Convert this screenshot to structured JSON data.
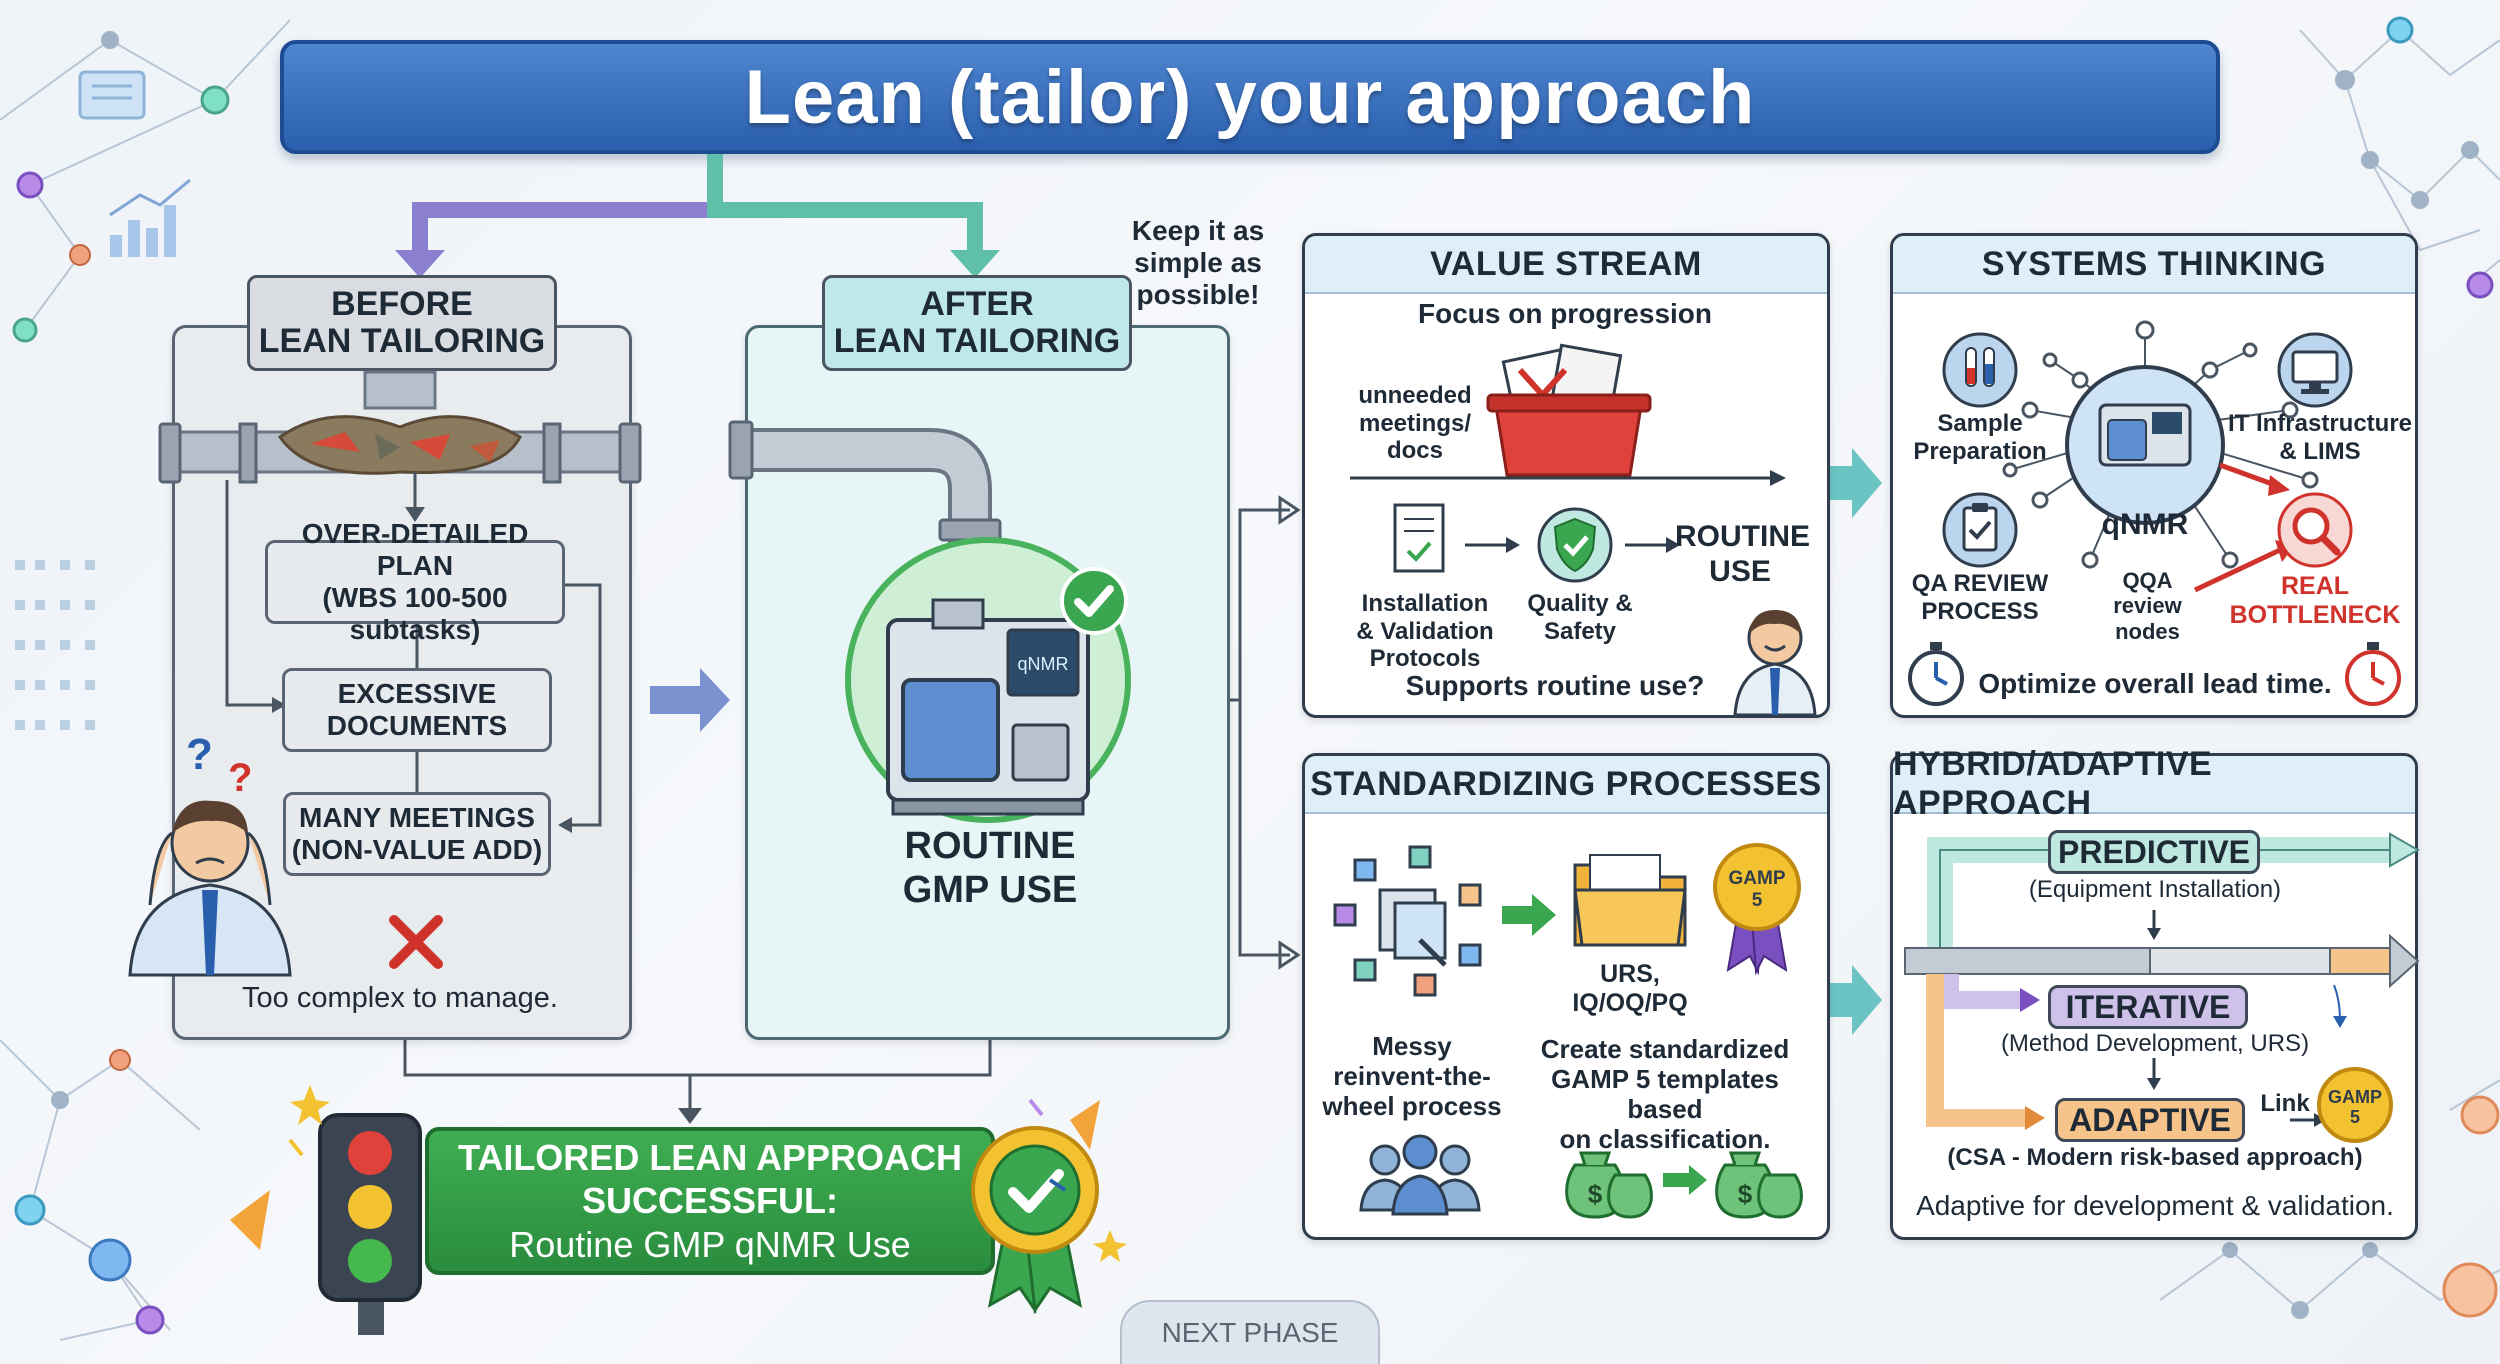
{
  "title": "Lean (tailor) your approach",
  "before": {
    "tag": [
      "BEFORE",
      "LEAN TAILORING"
    ],
    "items": [
      [
        "OVER-DETAILED PLAN",
        "(WBS 100-500 subtasks)"
      ],
      [
        "EXCESSIVE",
        "DOCUMENTS"
      ],
      [
        "MANY MEETINGS",
        "(NON-VALUE ADD)"
      ]
    ],
    "caption": "Too complex to manage."
  },
  "after": {
    "tag": [
      "AFTER",
      "LEAN TAILORING"
    ],
    "note": [
      "Keep it as",
      "simple as",
      "possible!"
    ],
    "device_label": "qNMR",
    "caption": [
      "ROUTINE",
      "GMP USE"
    ]
  },
  "success": {
    "text": [
      "TAILORED LEAN APPROACH",
      "SUCCESSFUL:",
      "Routine GMP qNMR Use"
    ]
  },
  "value_stream": {
    "title": "VALUE STREAM",
    "subtitle": "Focus on progression",
    "waste_label": [
      "unneeded",
      "meetings/",
      "docs"
    ],
    "step1": [
      "Installation",
      "& Validation",
      "Protocols"
    ],
    "step2": [
      "Quality &",
      "Safety"
    ],
    "step3": [
      "ROUTINE",
      "USE"
    ],
    "question": "Supports routine use?"
  },
  "systems": {
    "title": "SYSTEMS THINKING",
    "sample": [
      "Sample",
      "Preparation"
    ],
    "it": [
      "IT Infrastructure",
      "& LIMS"
    ],
    "center": "qNMR",
    "qa": [
      "QA REVIEW",
      "PROCESS"
    ],
    "qqa": [
      "QQA",
      "review",
      "nodes"
    ],
    "bottleneck": [
      "REAL",
      "BOTTLENECK"
    ],
    "footer": "Optimize overall lead time."
  },
  "standardizing": {
    "title": "STANDARDIZING PROCESSES",
    "gamp_badge": [
      "GAMP",
      "5"
    ],
    "docs": [
      "URS,",
      "IQ/OQ/PQ"
    ],
    "messy": [
      "Messy",
      "reinvent-the-",
      "wheel process"
    ],
    "create": [
      "Create standardized",
      "GAMP 5 templates based",
      "on classification."
    ]
  },
  "hybrid": {
    "title": "HYBRID/ADAPTIVE APPROACH",
    "predictive": "PREDICTIVE",
    "predictive_sub": "(Equipment Installation)",
    "iterative": "ITERATIVE",
    "iterative_sub": "(Method Development, URS)",
    "adaptive": "ADAPTIVE",
    "adaptive_sub": "(CSA - Modern risk-based approach)",
    "link": "Link",
    "gamp_badge": [
      "GAMP",
      "5"
    ],
    "footer": "Adaptive for development & validation."
  },
  "next_phase": "NEXT PHASE",
  "colors": {
    "title_blue": "#2a5fae",
    "success_green": "#2f9a44",
    "teal": "#6cc3c3",
    "bottleneck_red": "#d0332b",
    "predictive": "#bfe8e0",
    "iterative": "#cfc2ea",
    "adaptive": "#f6c48a"
  }
}
